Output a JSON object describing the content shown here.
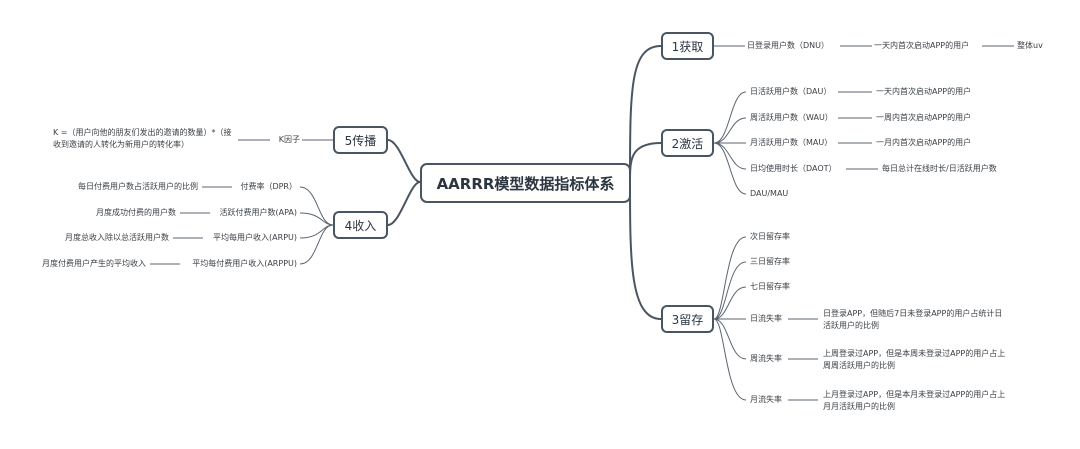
{
  "root": "AARRR模型数据指标体系",
  "branches": {
    "acquisition": {
      "label": "1获取",
      "item": "日登录用户数（DNU）",
      "desc": "一天内首次启动APP的用户",
      "extra": "整体uv"
    },
    "activation": {
      "label": "2激活",
      "items": [
        {
          "label": "日活跃用户数（DAU）",
          "desc": "一天内首次启动APP的用户"
        },
        {
          "label": "周活跃用户数（WAU）",
          "desc": "一周内首次启动APP的用户"
        },
        {
          "label": "月活跃用户数（MAU）",
          "desc": "一月内首次启动APP的用户"
        },
        {
          "label": "日均使用时长（DAOT）",
          "desc": "每日总计在线时长/日活跃用户数"
        },
        {
          "label": "DAU/MAU",
          "desc": ""
        }
      ]
    },
    "retention": {
      "label": "3留存",
      "items": [
        {
          "label": "次日留存率",
          "desc": ""
        },
        {
          "label": "三日留存率",
          "desc": ""
        },
        {
          "label": "七日留存率",
          "desc": ""
        },
        {
          "label": "日流失率",
          "desc": "日登录APP，但随后7日未登录APP的用户占统计日活跃用户的比例"
        },
        {
          "label": "周流失率",
          "desc": "上周登录过APP，但是本周未登录过APP的用户占上周周活跃用户的比例"
        },
        {
          "label": "月流失率",
          "desc": "上月登录过APP，但是本月未登录过APP的用户占上月月活跃用户的比例"
        }
      ]
    },
    "revenue": {
      "label": "4收入",
      "items": [
        {
          "label": "付费率（DPR）",
          "desc": "每日付费用户数占活跃用户的比例"
        },
        {
          "label": "活跃付费用户数(APA)",
          "desc": "月度成功付费的用户数"
        },
        {
          "label": "平均每用户收入(ARPU)",
          "desc": "月度总收入除以总活跃用户数"
        },
        {
          "label": "平均每付费用户收入(ARPPU)",
          "desc": "月度付费用户产生的平均收入"
        }
      ]
    },
    "referral": {
      "label": "5传播",
      "item": "K因子",
      "desc": "K =（用户向他的朋友们发出的邀请的数量）*（接收到邀请的人转化为新用户的转化率）"
    }
  }
}
